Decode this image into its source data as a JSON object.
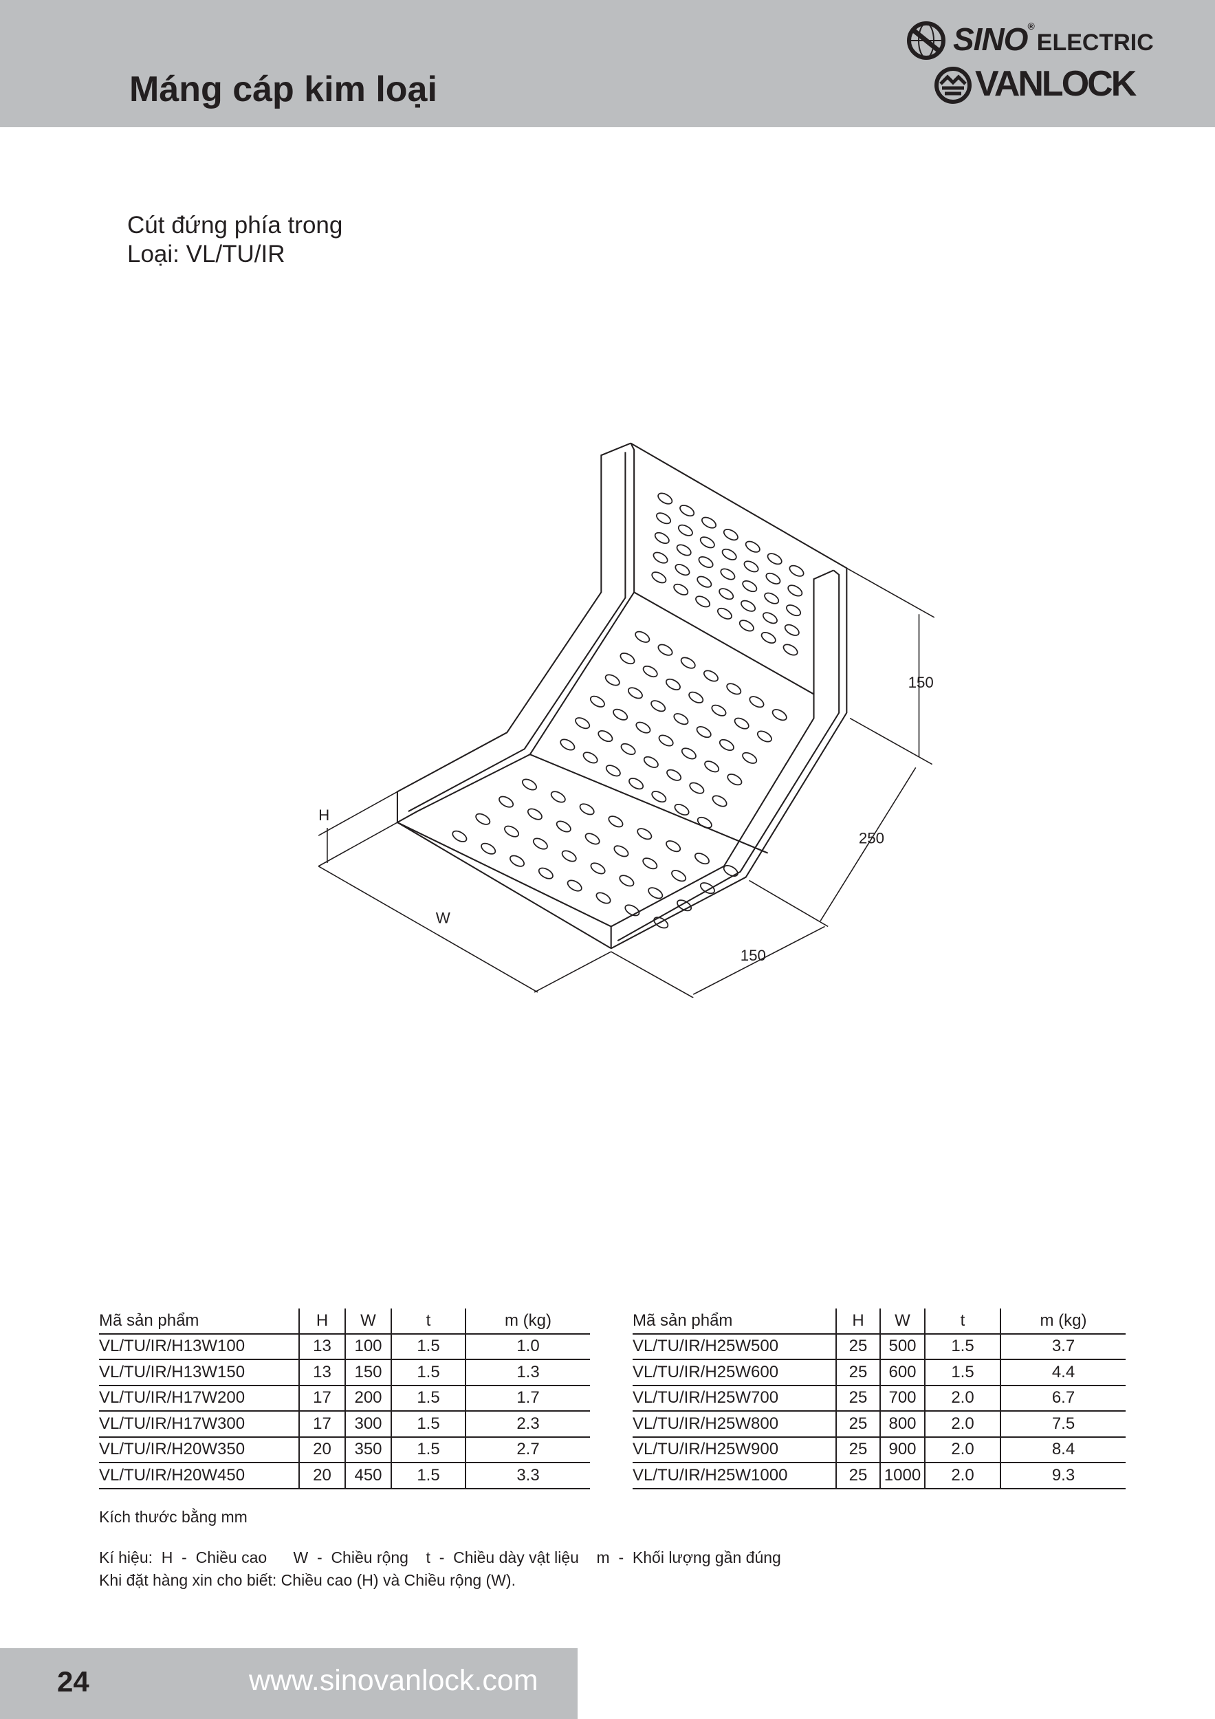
{
  "header": {
    "title": "Máng cáp kim loại",
    "logo": {
      "brand1": "SINO",
      "brand1_suffix": "ELECTRIC",
      "brand2": "VANLOCK"
    }
  },
  "product": {
    "name": "Cút đứng phía trong",
    "type": "Loại: VL/TU/IR"
  },
  "drawing": {
    "labels": {
      "h": "H",
      "w": "W",
      "vertical_height": "150",
      "radius": "250",
      "bottom_length": "150"
    }
  },
  "tables": [
    {
      "headers": [
        "Mã sản phẩm",
        "H",
        "W",
        "t",
        "m (kg)"
      ],
      "rows": [
        [
          "VL/TU/IR/H13W100",
          "13",
          "100",
          "1.5",
          "1.0"
        ],
        [
          "VL/TU/IR/H13W150",
          "13",
          "150",
          "1.5",
          "1.3"
        ],
        [
          "VL/TU/IR/H17W200",
          "17",
          "200",
          "1.5",
          "1.7"
        ],
        [
          "VL/TU/IR/H17W300",
          "17",
          "300",
          "1.5",
          "2.3"
        ],
        [
          "VL/TU/IR/H20W350",
          "20",
          "350",
          "1.5",
          "2.7"
        ],
        [
          "VL/TU/IR/H20W450",
          "20",
          "450",
          "1.5",
          "3.3"
        ]
      ]
    },
    {
      "headers": [
        "Mã sản phẩm",
        "H",
        "W",
        "t",
        "m (kg)"
      ],
      "rows": [
        [
          "VL/TU/IR/H25W500",
          "25",
          "500",
          "1.5",
          "3.7"
        ],
        [
          "VL/TU/IR/H25W600",
          "25",
          "600",
          "1.5",
          "4.4"
        ],
        [
          "VL/TU/IR/H25W700",
          "25",
          "700",
          "2.0",
          "6.7"
        ],
        [
          "VL/TU/IR/H25W800",
          "25",
          "800",
          "2.0",
          "7.5"
        ],
        [
          "VL/TU/IR/H25W900",
          "25",
          "900",
          "2.0",
          "8.4"
        ],
        [
          "VL/TU/IR/H25W1000",
          "25",
          "1000",
          "2.0",
          "9.3"
        ]
      ]
    }
  ],
  "notes": {
    "units": "Kích thước bằng mm",
    "legend": "Kí hiệu:  H  -  Chiều cao      W  -  Chiều rộng    t  -  Chiều dày vật liệu    m  -  Khối lượng gần đúng",
    "order": "Khi đặt hàng xin cho biết: Chiều cao (H) và Chiều rộng (W)."
  },
  "footer": {
    "page": "24",
    "url": "www.sinovanlock.com"
  }
}
